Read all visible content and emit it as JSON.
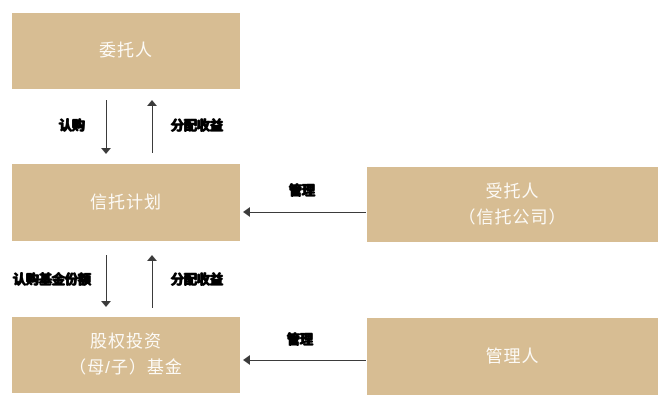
{
  "colors": {
    "bg": "#ffffff",
    "box_fill": "#d7bd93",
    "box_text": "#fcfaf6",
    "line": "#3b3b3b",
    "label": "#000000"
  },
  "diagram": {
    "nodes": {
      "principal": {
        "label": "委托人"
      },
      "trust_plan": {
        "label": "信托计划"
      },
      "trustee": {
        "line1": "受托人",
        "line2": "（信托公司）"
      },
      "fund": {
        "line1": "股权投资",
        "line2": "（母/子）基金"
      },
      "manager": {
        "label": "管理人"
      }
    },
    "edges": {
      "subscribe": "认购",
      "distribute_income_top": "分配收益",
      "subscribe_fund_shares": "认购基金份额",
      "distribute_income_bottom": "分配收益",
      "manage_trust": "管理",
      "manage_fund": "管理"
    }
  }
}
